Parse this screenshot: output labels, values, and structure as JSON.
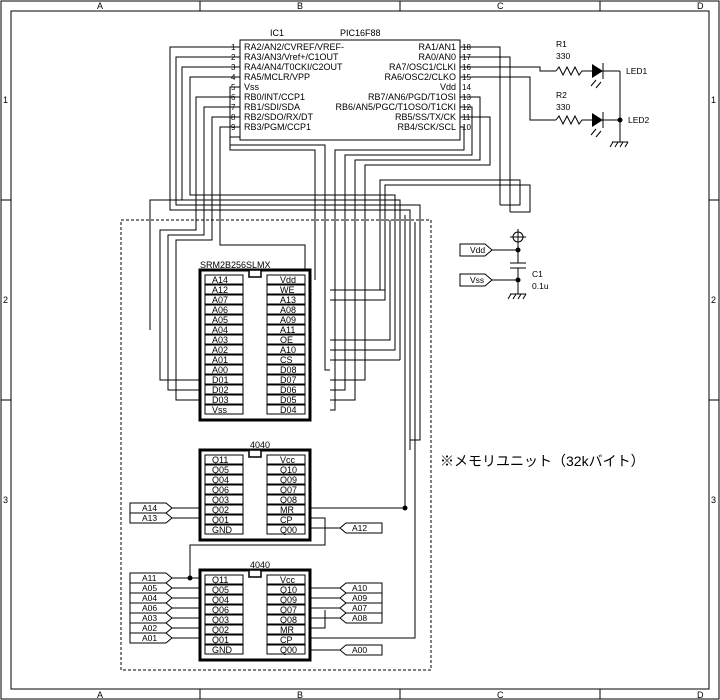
{
  "frame": {
    "columns": [
      "A",
      "B",
      "C",
      "D"
    ],
    "rows": [
      "1",
      "2",
      "3"
    ]
  },
  "ic1": {
    "ref": "IC1",
    "part": "PIC16F88",
    "left": [
      {
        "n": "1",
        "t": "RA2/AN2/CVREF/VREF-"
      },
      {
        "n": "2",
        "t": "RA3/AN3/Vref+/C1OUT"
      },
      {
        "n": "3",
        "t": "RA4/AN4/T0CKI/C2OUT"
      },
      {
        "n": "4",
        "t": "RA5/MCLR/VPP"
      },
      {
        "n": "5",
        "t": "Vss"
      },
      {
        "n": "6",
        "t": "RB0/INT/CCP1"
      },
      {
        "n": "7",
        "t": "RB1/SDI/SDA"
      },
      {
        "n": "8",
        "t": "RB2/SDO/RX/DT"
      },
      {
        "n": "9",
        "t": "RB3/PGM/CCP1"
      }
    ],
    "right": [
      {
        "n": "18",
        "t": "RA1/AN1"
      },
      {
        "n": "17",
        "t": "RA0/AN0"
      },
      {
        "n": "16",
        "t": "RA7/OSC1/CLKI"
      },
      {
        "n": "15",
        "t": "RA6/OSC2/CLKO"
      },
      {
        "n": "14",
        "t": "Vdd"
      },
      {
        "n": "13",
        "t": "RB7/AN6/PGD/T1OSI"
      },
      {
        "n": "12",
        "t": "RB6/AN5/PGC/T1OSO/T1CKI"
      },
      {
        "n": "11",
        "t": "RB5/SS/TX/CK"
      },
      {
        "n": "10",
        "t": "RB4/SCK/SCL"
      }
    ]
  },
  "r1": {
    "ref": "R1",
    "value": "330"
  },
  "r2": {
    "ref": "R2",
    "value": "330"
  },
  "led1": "LED1",
  "led2": "LED2",
  "c1": {
    "ref": "C1",
    "value": "0.1u"
  },
  "vdd": "Vdd",
  "vss": "Vss",
  "sram": {
    "part": "SRM2B256SLMX",
    "left": [
      "A14",
      "A12",
      "A07",
      "A06",
      "A05",
      "A04",
      "A03",
      "A02",
      "A01",
      "A00",
      "D01",
      "D02",
      "D03",
      "Vss"
    ],
    "right": [
      "Vdd",
      "WE",
      "A13",
      "A08",
      "A09",
      "A11",
      "OE",
      "A10",
      "CS",
      "D08",
      "D07",
      "D06",
      "D05",
      "D04"
    ]
  },
  "counter1": {
    "part": "4040",
    "left": [
      "Q11",
      "Q05",
      "Q04",
      "Q06",
      "Q03",
      "Q02",
      "Q01",
      "GND"
    ],
    "right": [
      "Vcc",
      "Q10",
      "Q09",
      "Q07",
      "Q08",
      "MR",
      "CP",
      "Q00"
    ]
  },
  "counter2": {
    "part": "4040",
    "left": [
      "Q11",
      "Q05",
      "Q04",
      "Q06",
      "Q03",
      "Q02",
      "Q01",
      "GND"
    ],
    "right": [
      "Vcc",
      "Q10",
      "Q09",
      "Q07",
      "Q08",
      "MR",
      "CP",
      "Q00"
    ]
  },
  "tags": {
    "a14": "A14",
    "a13": "A13",
    "a12": "A12",
    "a11": "A11",
    "a05": "A05",
    "a04": "A04",
    "a06": "A06",
    "a03": "A03",
    "a02": "A02",
    "a01": "A01",
    "a10": "A10",
    "a09": "A09",
    "a07": "A07",
    "a08": "A08",
    "a00": "A00"
  },
  "note": "※メモリユニット（32kバイト）"
}
